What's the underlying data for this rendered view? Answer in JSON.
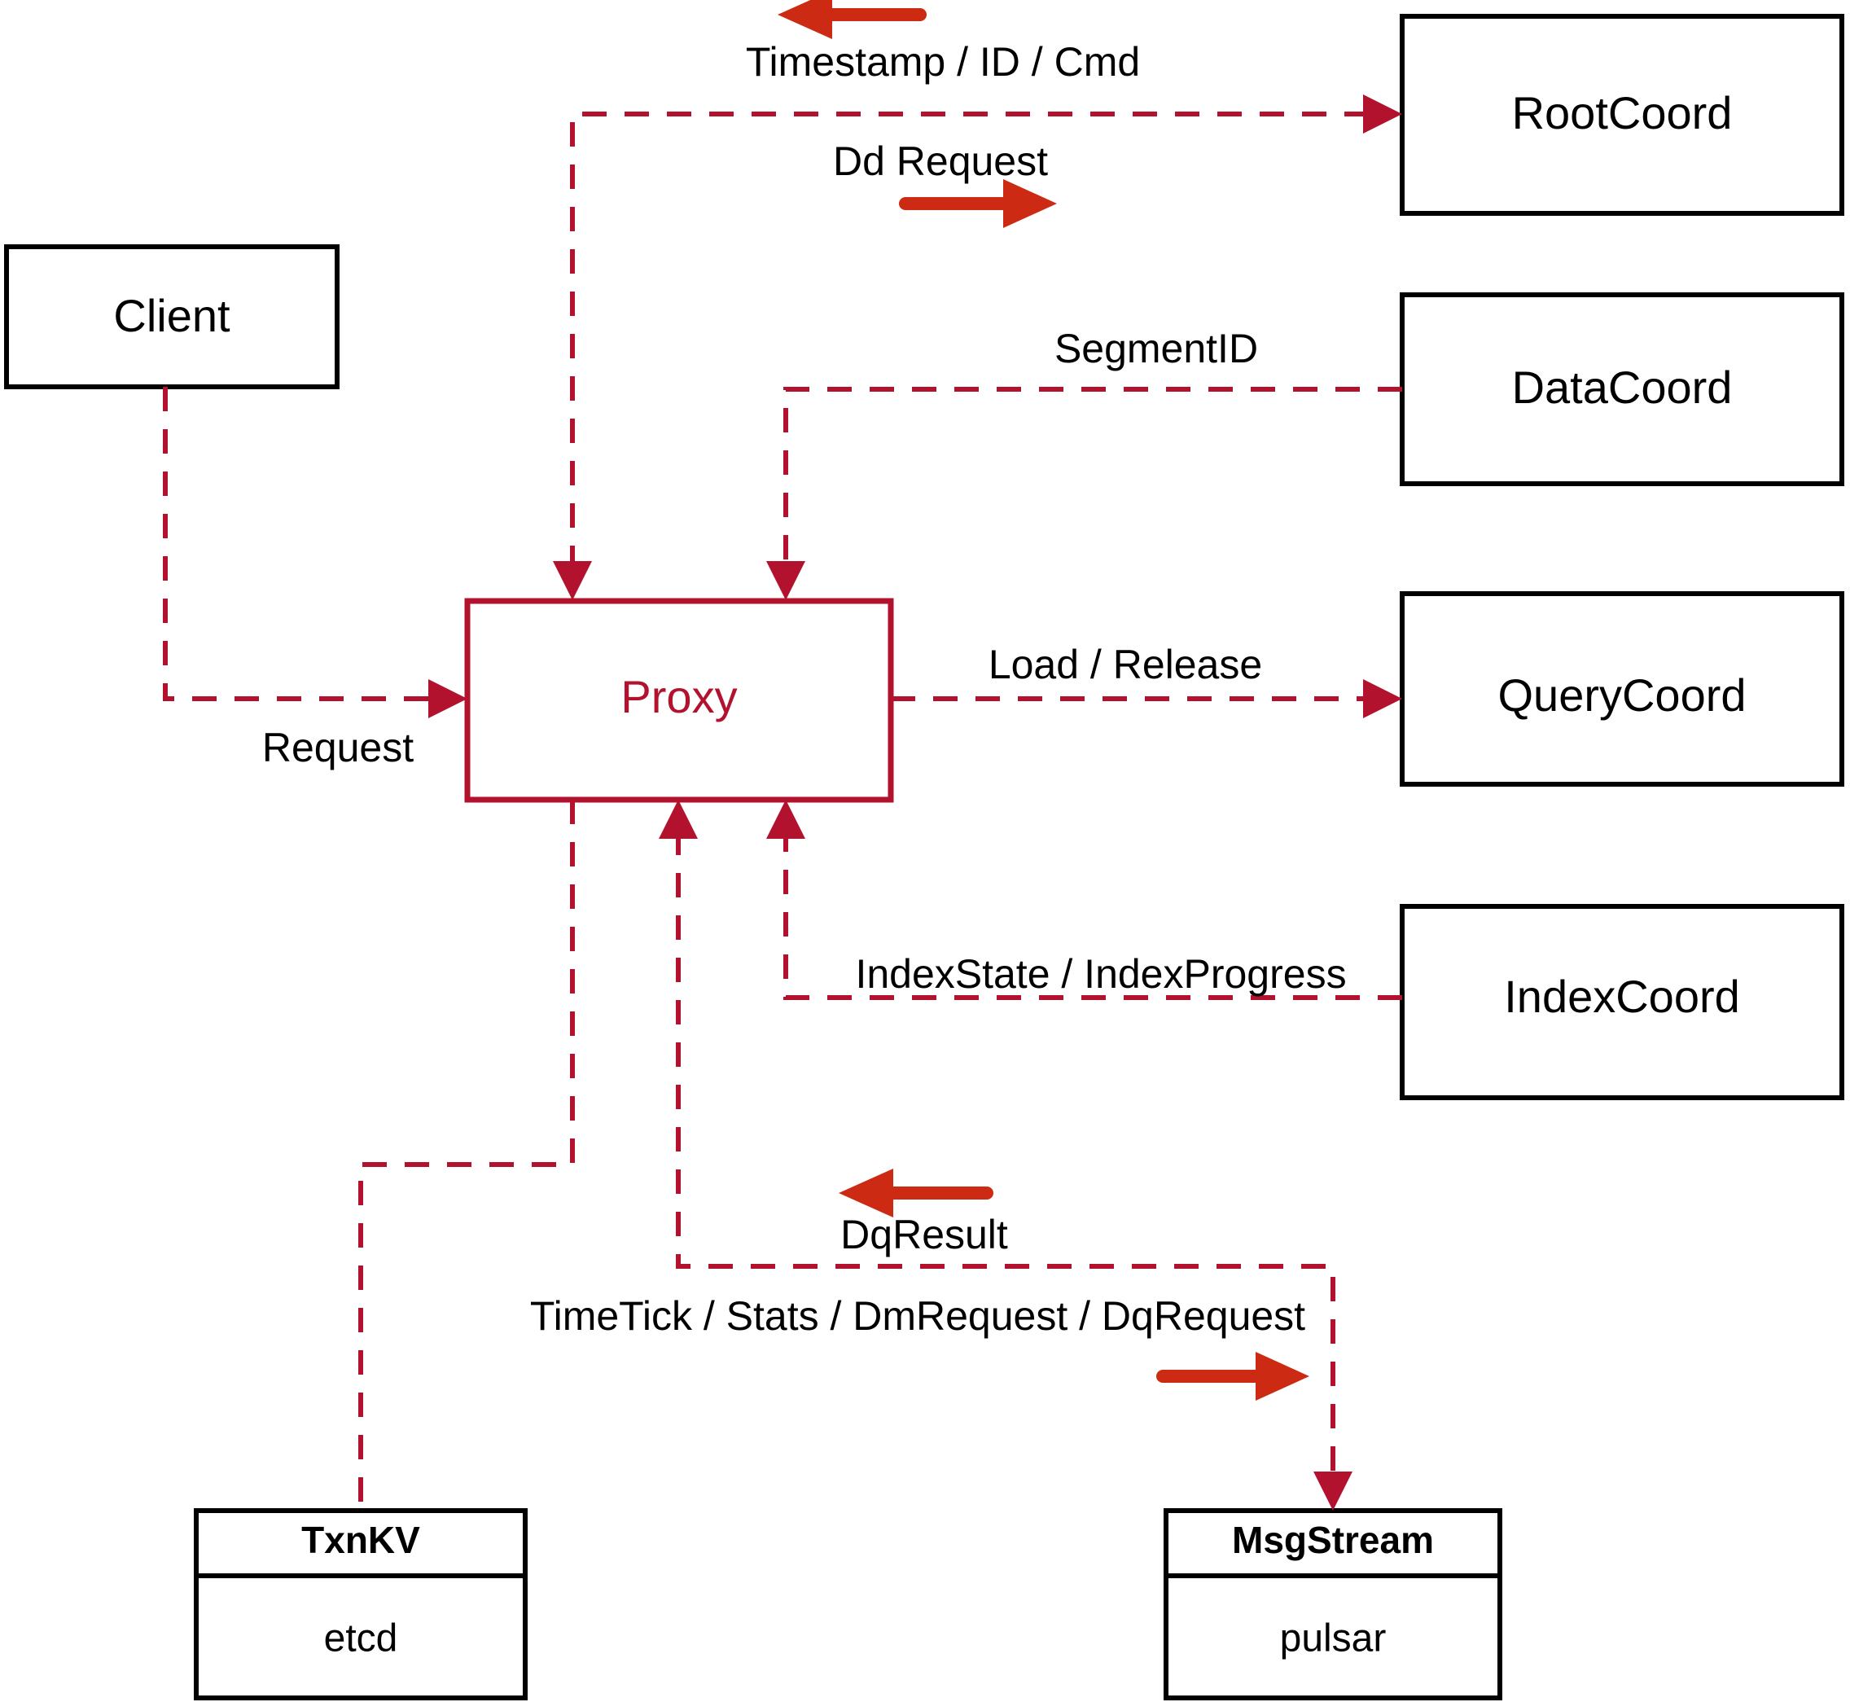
{
  "diagram": {
    "title": "Proxy component interaction diagram",
    "colors": {
      "accent": "#b3122e",
      "arrow": "#cc2a13",
      "node_stroke": "#000000",
      "background": "#ffffff"
    },
    "nodes": {
      "client": {
        "label": "Client"
      },
      "proxy": {
        "label": "Proxy"
      },
      "root_coord": {
        "label": "RootCoord"
      },
      "data_coord": {
        "label": "DataCoord"
      },
      "query_coord": {
        "label": "QueryCoord"
      },
      "index_coord": {
        "label": "IndexCoord"
      },
      "txnkv": {
        "title": "TxnKV",
        "impl": "etcd"
      },
      "msgstream": {
        "title": "MsgStream",
        "impl": "pulsar"
      }
    },
    "edges": {
      "timestamp_id_cmd": {
        "label": "Timestamp / ID / Cmd",
        "direction": "left"
      },
      "dd_request": {
        "label": "Dd Request",
        "direction": "right"
      },
      "segment_id": {
        "label": "SegmentID",
        "direction": "left"
      },
      "request": {
        "label": "Request",
        "direction": "right"
      },
      "load_release": {
        "label": "Load / Release",
        "direction": "right"
      },
      "index_state_progress": {
        "label": "IndexState / IndexProgress",
        "direction": "left"
      },
      "dq_result": {
        "label": "DqResult",
        "direction": "left"
      },
      "timetick_stats": {
        "label": "TimeTick / Stats / DmRequest / DqRequest",
        "direction": "right"
      }
    }
  }
}
